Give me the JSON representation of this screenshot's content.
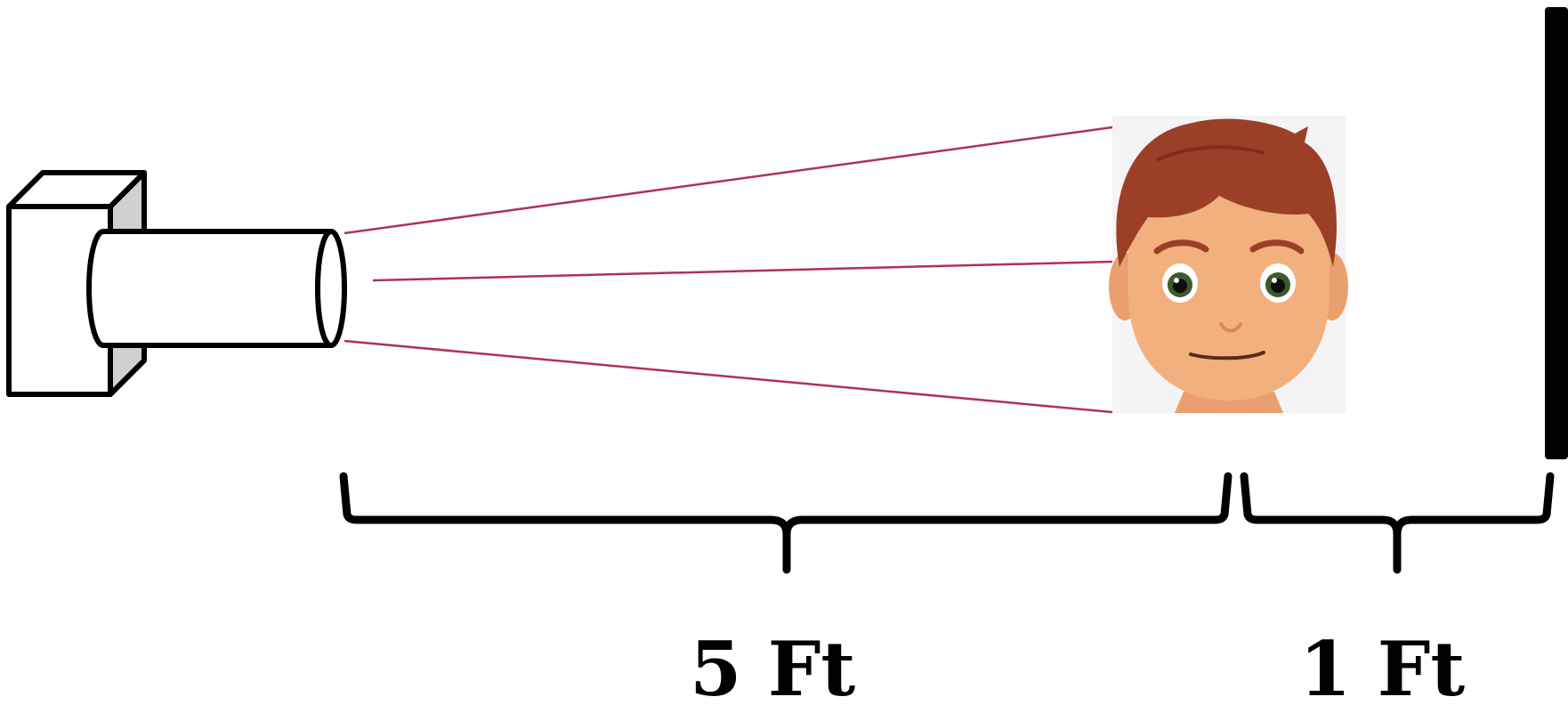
{
  "diagram": {
    "left_distance_label": "5 Ft",
    "right_distance_label": "1 Ft",
    "elements": {
      "camera": "camera-icon",
      "subject": "face-icon",
      "background": "wall"
    },
    "colors": {
      "sight_lines": "#b03060",
      "outline": "#000000",
      "camera_shade": "#d0d0d0",
      "hair": "#9c3f27",
      "skin": "#f2b07f",
      "eyes": "#2f4a22"
    }
  }
}
